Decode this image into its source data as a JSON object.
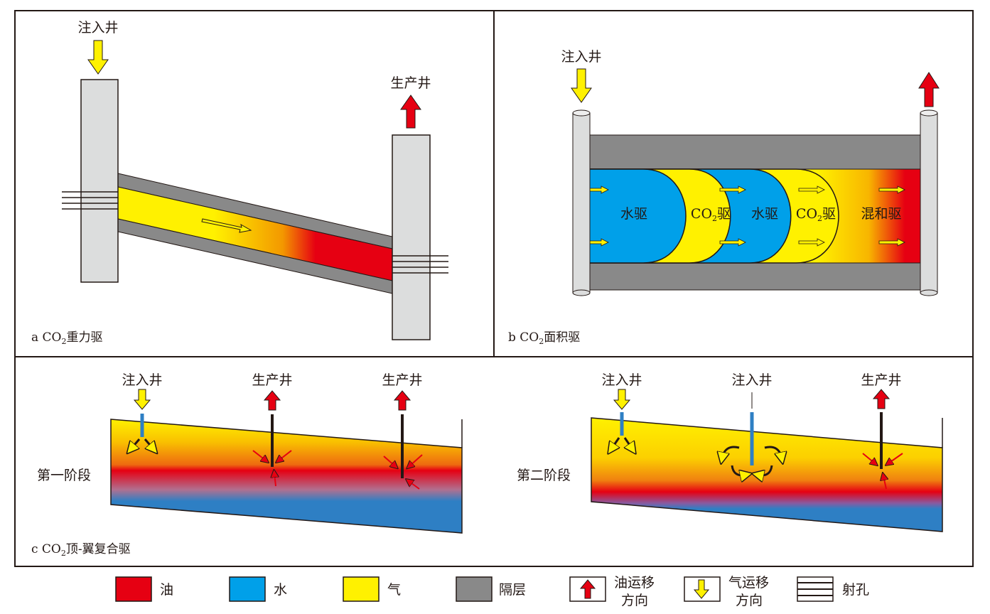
{
  "labels": {
    "injection_well": "注入井",
    "production_well": "生产井"
  },
  "panel_a": {
    "caption_prefix": "a CO",
    "caption_sub": "2",
    "caption_suffix": "重力驱"
  },
  "panel_b": {
    "caption_prefix": "b CO",
    "caption_sub": "2",
    "caption_suffix": "面积驱",
    "zones": {
      "water1": "水驱",
      "co2_1_prefix": "CO",
      "co2_1_sub": "2",
      "co2_1_suffix": "驱",
      "water2": "水驱",
      "co2_2_prefix": "CO",
      "co2_2_sub": "2",
      "co2_2_suffix": "驱",
      "mixed": "混和驱"
    }
  },
  "panel_c": {
    "caption_prefix": "c CO",
    "caption_sub": "2",
    "caption_suffix": "顶-翼复合驱",
    "stage1": "第一阶段",
    "stage2": "第二阶段"
  },
  "legend": {
    "oil": "油",
    "water": "水",
    "gas": "气",
    "barrier": "隔层",
    "oil_migration_1": "油运移",
    "oil_migration_2": "方向",
    "gas_migration_1": "气运移",
    "gas_migration_2": "方向",
    "perforation": "射孔"
  },
  "colors": {
    "oil": "#e60012",
    "water": "#00a0e9",
    "gas": "#fff100",
    "barrier": "#898989",
    "well": "#dcdddd"
  }
}
